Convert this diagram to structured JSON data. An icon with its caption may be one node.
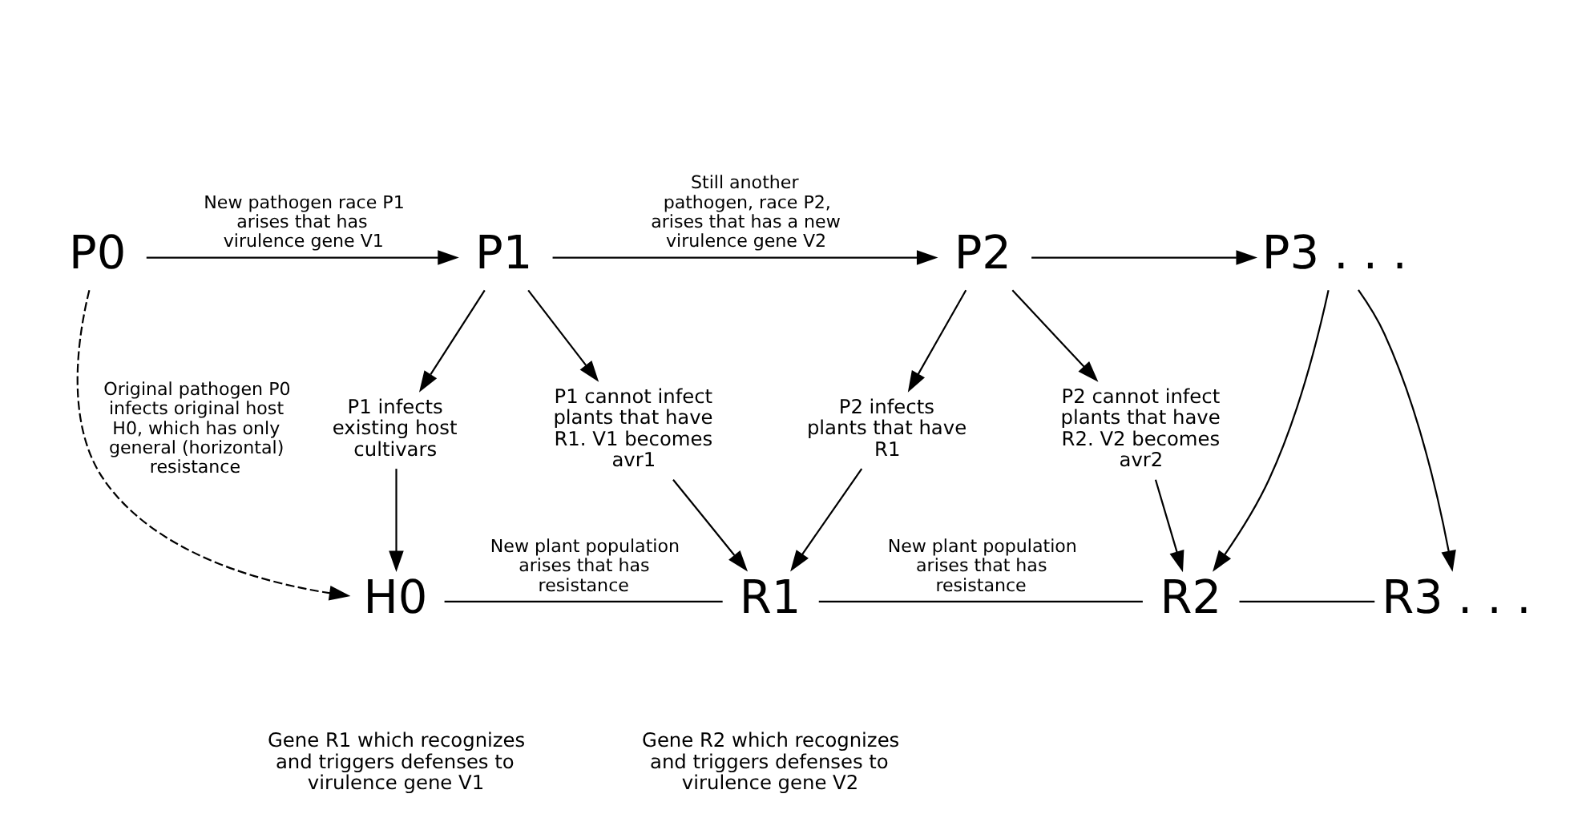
{
  "diagram": {
    "nodes": [
      {
        "text": [
          "P0"
        ]
      },
      {
        "text": [
          "P1"
        ]
      },
      {
        "text": [
          "P2"
        ]
      },
      {
        "text": [
          "P3 . . ."
        ]
      },
      {
        "text": [
          "P1 infects existing host cultivars"
        ]
      },
      {
        "text": [
          "P1 cannot infect plants that have R1. V1 becomes avr1"
        ]
      },
      {
        "text": [
          "P2 infects plants that have R1"
        ]
      },
      {
        "text": [
          "P2 cannot infect plants that have R2. V2 becomes avr2"
        ]
      },
      {
        "text": [
          "H0"
        ]
      },
      {
        "text": [
          "R1"
        ]
      },
      {
        "text": [
          "R2"
        ]
      },
      {
        "text": [
          "R3 . . ."
        ]
      }
    ],
    "edges": [
      {
        "from": 0,
        "to": 1,
        "arrow": "to",
        "label": "New pathogen race P1 arises that has virulence gene V1"
      },
      {
        "from": 1,
        "to": 2,
        "arrow": "to",
        "label": "Still another pathogen, race P2, arises that has a new virulence gene V2"
      },
      {
        "from": 2,
        "to": 3,
        "arrow": "to"
      },
      {
        "from": 0,
        "to": 8,
        "arrow": "to",
        "style": "dashed",
        "label": "Original pathogen P0 infects original host H0, which has only general (horizontal) resistance"
      },
      {
        "from": 1,
        "to": 4,
        "arrow": "to"
      },
      {
        "from": 1,
        "to": 5,
        "arrow": "to"
      },
      {
        "from": 2,
        "to": 6,
        "arrow": "to"
      },
      {
        "from": 2,
        "to": 7,
        "arrow": "to"
      },
      {
        "from": 4,
        "to": 8,
        "arrow": "to"
      },
      {
        "from": 5,
        "to": 9,
        "arrow": "to"
      },
      {
        "from": 6,
        "to": 9,
        "arrow": "to"
      },
      {
        "from": 7,
        "to": 10,
        "arrow": "to"
      },
      {
        "from": 3,
        "to": 10,
        "arrow": "to"
      },
      {
        "from": 3,
        "to": 11,
        "arrow": "to"
      },
      {
        "from": 8,
        "to": 9,
        "arrow": "none",
        "label": "New plant population arises that has resistance"
      },
      {
        "from": 9,
        "to": 10,
        "arrow": "none",
        "label": "New plant population arises that has resistance"
      },
      {
        "from": 10,
        "to": 11,
        "arrow": "none"
      }
    ],
    "labels": [
      "Gene R1 which recognizes and triggers defenses to virulence gene V1",
      "Gene R2 which recognizes and triggers defenses to virulence gene V2"
    ]
  }
}
